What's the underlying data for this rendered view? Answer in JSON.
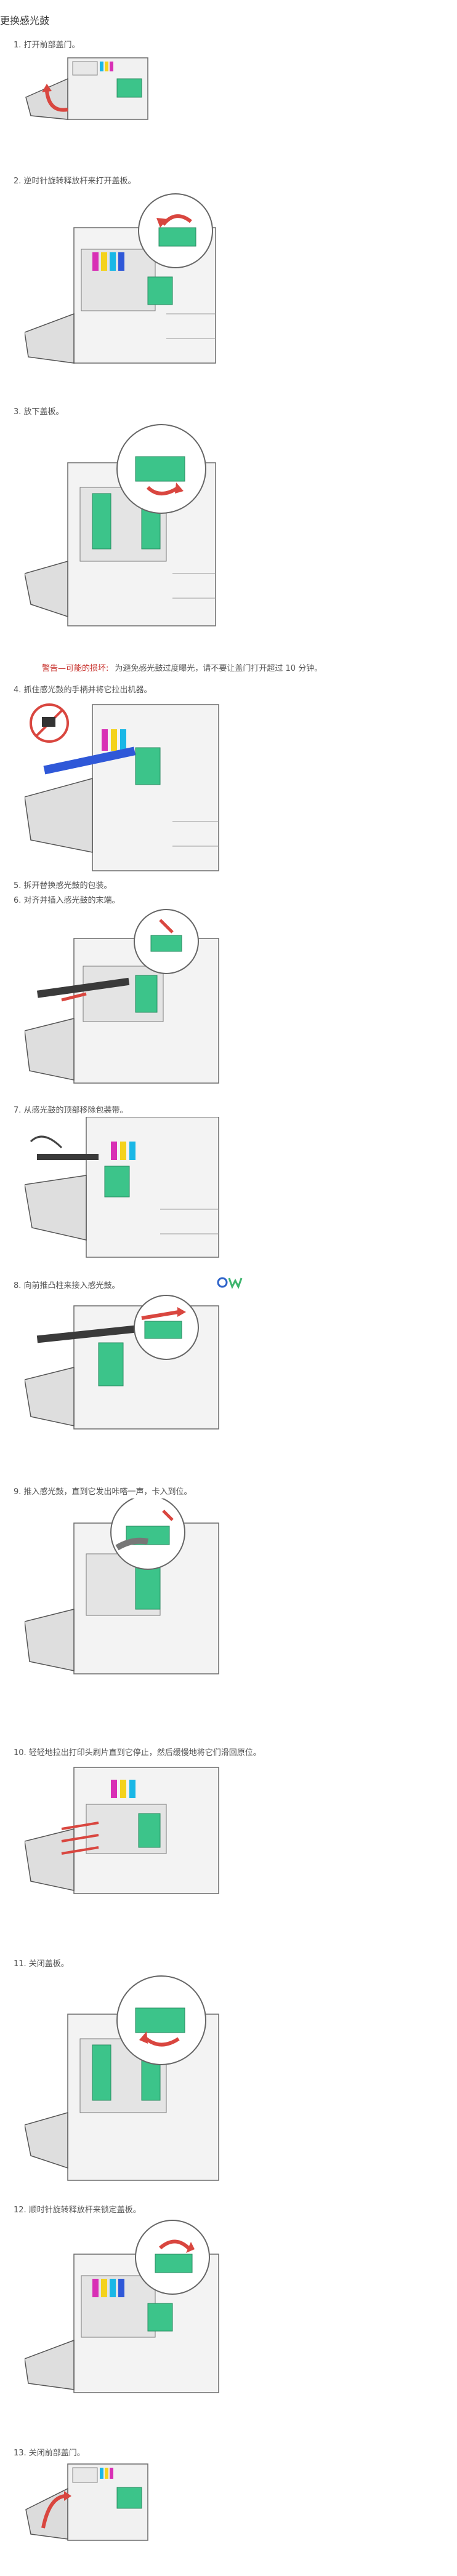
{
  "title": "更换感光鼓",
  "steps": [
    {
      "text": "1. 打开前部盖门。",
      "fig": "open-door"
    },
    {
      "text": "2. 逆时针旋转释放杆来打开盖板。",
      "fig": "lever"
    },
    {
      "text": "3. 放下盖板。",
      "fig": "cover"
    },
    {
      "text": "4. 抓住感光鼓的手柄并将它拉出机器。",
      "fig": "pull"
    },
    {
      "text": "5. 拆开替换感光鼓的包装。",
      "fig": ""
    },
    {
      "text": "6. 对齐并插入感光鼓的末端。",
      "fig": "insert"
    },
    {
      "text": "7. 从感光鼓的顶部移除包装带。",
      "fig": "tape"
    },
    {
      "text": "8. 向前推凸柱来接入感光鼓。",
      "fig": "push"
    },
    {
      "text": "9. 推入感光鼓，直到它发出咔嗒一声，卡入到位。",
      "fig": "click"
    },
    {
      "text": "10. 轻轻地拉出打印头刷片直到它停止，然后缓慢地将它们滑回原位。",
      "fig": "wiper"
    },
    {
      "text": "11. 关闭盖板。",
      "fig": "close-cover"
    },
    {
      "text": "12. 顺时针旋转释放杆来锁定盖板。",
      "fig": "lock"
    },
    {
      "text": "13. 关闭前部盖门。",
      "fig": "close-door"
    }
  ],
  "warning": {
    "label": "警告—可能的损坏:",
    "body": "为避免感光鼓过度曝光，请不要让盖门打开超过 10 分钟。"
  },
  "colors": {
    "accent_green": "#3cc48a",
    "warning_red": "#c8322d",
    "arrow_red": "#d9463f",
    "toner_magenta": "#d82fb5",
    "toner_yellow": "#f4d21c",
    "toner_cyan": "#19b7e6",
    "toner_blue": "#2f58d8",
    "logo_blue": "#2c62c9",
    "logo_green": "#3db46d"
  }
}
